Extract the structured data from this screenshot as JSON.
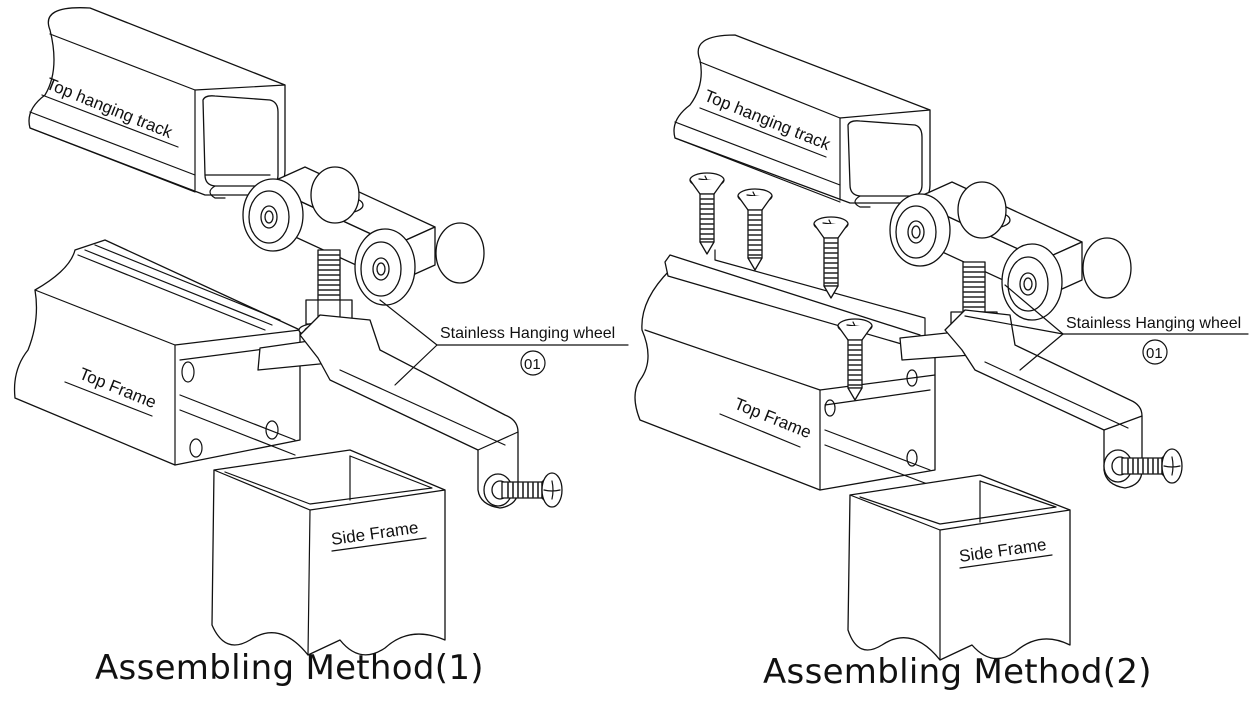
{
  "diagram": {
    "title": "Hanging wheel assembly methods",
    "stroke_color": "#111111",
    "background_color": "#ffffff",
    "panels": [
      {
        "id": "method-1",
        "caption": "Assembling Method(1)",
        "labels": {
          "top_hanging_track": "Top hanging track",
          "top_frame": "Top Frame",
          "side_frame": "Side Frame"
        },
        "callout": {
          "text": "Stainless Hanging wheel",
          "number": "01"
        },
        "parts": [
          "top-hanging-track",
          "hanging-wheel-carriage",
          "threaded-stud",
          "hex-nut",
          "l-bracket",
          "countersunk-screw",
          "top-frame-profile",
          "side-frame-profile"
        ]
      },
      {
        "id": "method-2",
        "caption": "Assembling Method(2)",
        "labels": {
          "top_hanging_track": "Top hanging track",
          "top_frame": "Top Frame",
          "side_frame": "Side Frame"
        },
        "callout": {
          "text": "Stainless Hanging wheel",
          "number": "01"
        },
        "parts": [
          "top-hanging-track",
          "hanging-wheel-carriage",
          "threaded-stud",
          "hex-nut",
          "l-bracket",
          "countersunk-screw",
          "self-tapping-screws",
          "mounting-channel",
          "top-frame-profile",
          "side-frame-profile"
        ],
        "self_tapping_screw_count": 4
      }
    ]
  }
}
